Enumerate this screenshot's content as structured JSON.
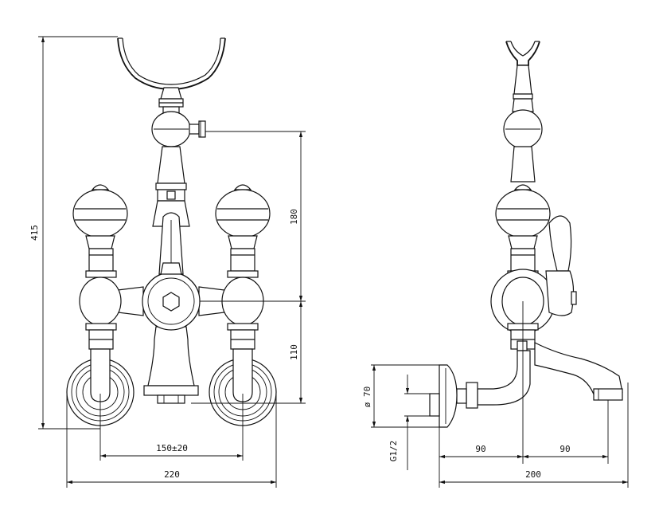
{
  "dimensions": {
    "height_total": "415",
    "height_upper": "180",
    "height_lower": "110",
    "spacing": "150±20",
    "width_total": "220",
    "escutcheon_dia": "ø 70",
    "thread": "G1/2",
    "spout_left": "90",
    "spout_right": "90",
    "depth_total": "200"
  }
}
